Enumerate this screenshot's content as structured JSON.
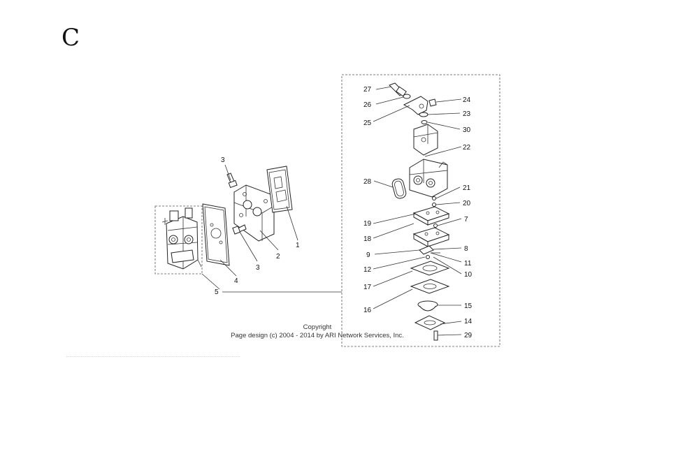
{
  "section": {
    "letter": "C"
  },
  "copyright": {
    "line1": "Copyright",
    "line2": "Page design (c) 2004 - 2014 by ARI Network Services, Inc."
  },
  "callouts": {
    "c1": "1",
    "c2": "2",
    "c3a": "3",
    "c3b": "3",
    "c4": "4",
    "c5": "5",
    "c7": "7",
    "c8": "8",
    "c9": "9",
    "c10": "10",
    "c11": "11",
    "c12": "12",
    "c14": "14",
    "c15": "15",
    "c16": "16",
    "c17": "17",
    "c18": "18",
    "c19": "19",
    "c20": "20",
    "c21": "21",
    "c22": "22",
    "c23": "23",
    "c24": "24",
    "c25": "25",
    "c26": "26",
    "c27": "27",
    "c28": "28",
    "c29": "29",
    "c30": "30"
  }
}
